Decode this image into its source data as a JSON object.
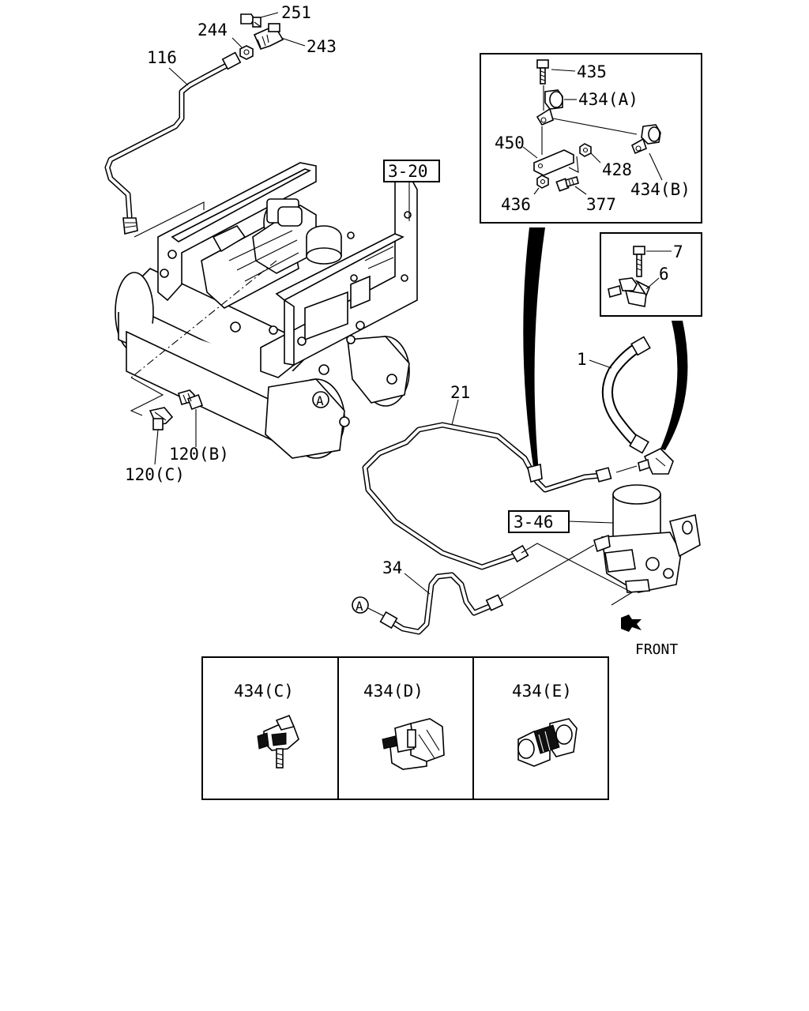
{
  "labels": {
    "p251": "251",
    "p244": "244",
    "p243": "243",
    "p116": "116",
    "ref_3_20": "3-20",
    "p120b": "120(B)",
    "p120c": "120(C)",
    "p435": "435",
    "p434a": "434(A)",
    "p450": "450",
    "p428": "428",
    "p434b": "434(B)",
    "p436": "436",
    "p377": "377",
    "p7": "7",
    "p6": "6",
    "p1": "1",
    "p21": "21",
    "ref_3_46": "3-46",
    "p34": "34",
    "callout_a1": "A",
    "callout_a2": "A",
    "front": "FRONT"
  },
  "inset_panels": [
    {
      "label": "434(C)"
    },
    {
      "label": "434(D)"
    },
    {
      "label": "434(E)"
    }
  ]
}
